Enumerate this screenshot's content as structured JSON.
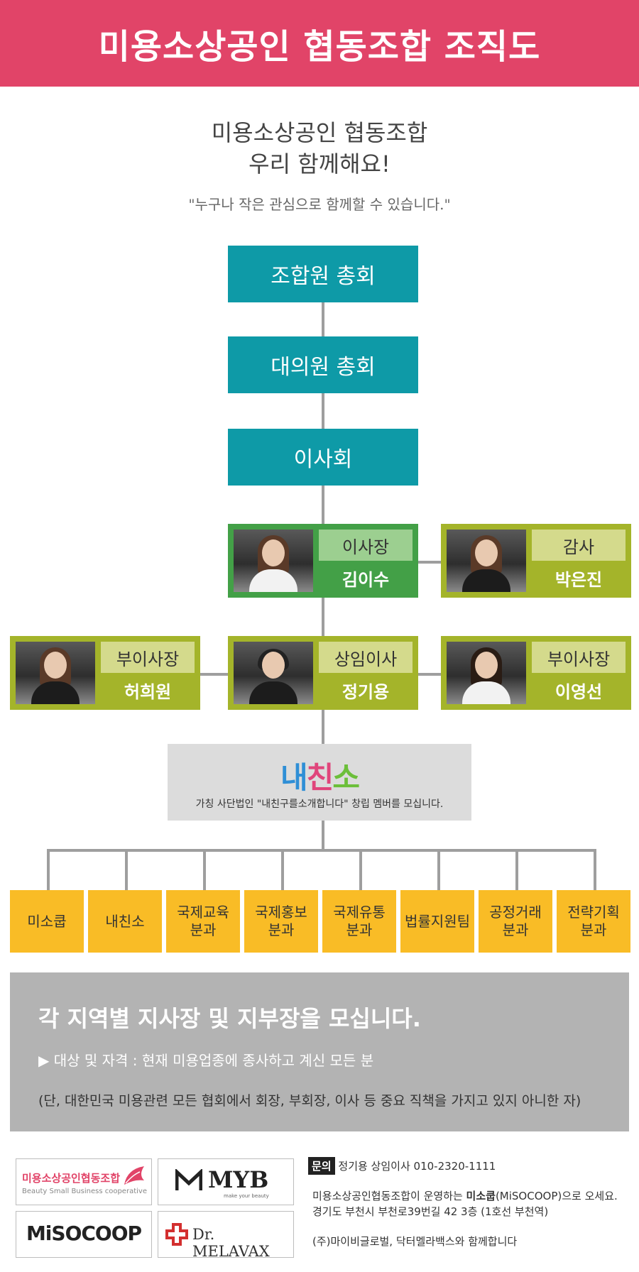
{
  "header": {
    "title": "미용소상공인 협동조합 조직도"
  },
  "intro": {
    "line1": "미용소상공인 협동조합",
    "line2": "우리 함께해요!",
    "quote": "\"누구나 작은 관심으로 함께할 수 있습니다.\""
  },
  "org": {
    "general_assembly": "조합원 총회",
    "delegates_assembly": "대의원 총회",
    "board": "이사회",
    "chairman": {
      "role": "이사장",
      "name": "김이수"
    },
    "auditor": {
      "role": "감사",
      "name": "박은진"
    },
    "vice_left": {
      "role": "부이사장",
      "name": "허희원"
    },
    "executive": {
      "role": "상임이사",
      "name": "정기용"
    },
    "vice_right": {
      "role": "부이사장",
      "name": "이영선"
    }
  },
  "naechinso": {
    "logo_c1": "내",
    "logo_c2": "친",
    "logo_c3": "소",
    "desc": "가칭 사단법인 \"내친구를소개합니다\" 창립 멤버를 모십니다."
  },
  "departments": [
    "미소쿱",
    "내친소",
    "국제교육\n분과",
    "국제홍보\n분과",
    "국제유통\n분과",
    "법률지원팀",
    "공정거래\n분과",
    "전략기획\n분과"
  ],
  "recruit": {
    "title": "각 지역별 지사장 및 지부장을 모십니다.",
    "target": "▶ 대상 및 자격 : 현재 미용업종에 종사하고 계신 모든 분",
    "note": "(단, 대한민국 미용관련 모든 협회에서 회장, 부회장, 이사 등 중요 직책을 가지고 있지 아니한 자)"
  },
  "logos": {
    "coop_name": "미용소상공인협동조합",
    "coop_sub": "Beauty Small Business cooperative",
    "myb": "MYB",
    "myb_sub": "make your beauty",
    "misocoop": "MiSOCOOP",
    "melavax": "Dr. MELAVAX"
  },
  "contact": {
    "badge": "문의",
    "person": "정기용 상임이사  010-2320-1111",
    "line1_pre": "미용소상공인협동조합이 운영하는 ",
    "line1_bold": "미소쿱",
    "line1_post": "(MiSOCOOP)으로 오세요.",
    "line2": "경기도 부천시 부천로39번길 42 3층 (1호선 부천역)",
    "line3": "(주)마이비글로벌, 닥터멜라백스와 함께합니다"
  },
  "colors": {
    "header": "#e14468",
    "teal": "#0e9aa7",
    "green": "#43a047",
    "olive": "#a4b42a",
    "dept": "#f9bc26",
    "recruit_bg": "#b3b3b3"
  }
}
